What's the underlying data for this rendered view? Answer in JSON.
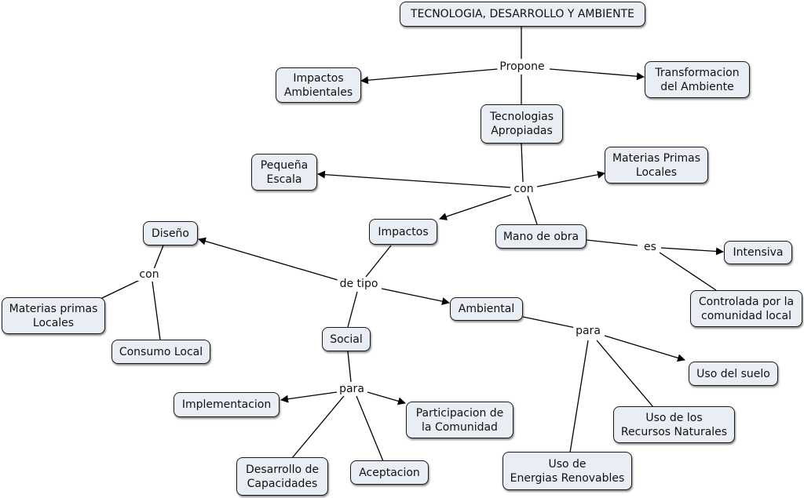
{
  "nodes": {
    "root": "TECNOLOGIA, DESARROLLO Y AMBIENTE",
    "impactos_ambientales": "Impactos\nAmbientales",
    "transformacion": "Transformacion\ndel Ambiente",
    "tecnologias_apropiadas": "Tecnologias\nApropiadas",
    "pequena_escala": "Pequeña\nEscala",
    "materias_primas_locales": "Materias Primas\nLocales",
    "impactos": "Impactos",
    "mano_de_obra": "Mano de obra",
    "intensiva": "Intensiva",
    "controlada": "Controlada por la\ncomunidad local",
    "diseno": "Diseño",
    "materias_primas_locales_2": "Materias primas\nLocales",
    "consumo_local": "Consumo Local",
    "ambiental": "Ambiental",
    "social": "Social",
    "uso_del_suelo": "Uso del suelo",
    "uso_recursos": "Uso de los\nRecursos Naturales",
    "uso_energias": "Uso de\nEnergias Renovables",
    "implementacion": "Implementacion",
    "participacion": "Participacion de\nla Comunidad",
    "desarrollo_capacidades": "Desarrollo de\nCapacidades",
    "aceptacion": "Aceptacion"
  },
  "links": {
    "propone": "Propone",
    "con_1": "con",
    "es": "es",
    "de_tipo": "de tipo",
    "con_2": "con",
    "para_1": "para",
    "para_2": "para"
  },
  "colors": {
    "node_fill": "#e8eef3",
    "edge": "#000000"
  }
}
